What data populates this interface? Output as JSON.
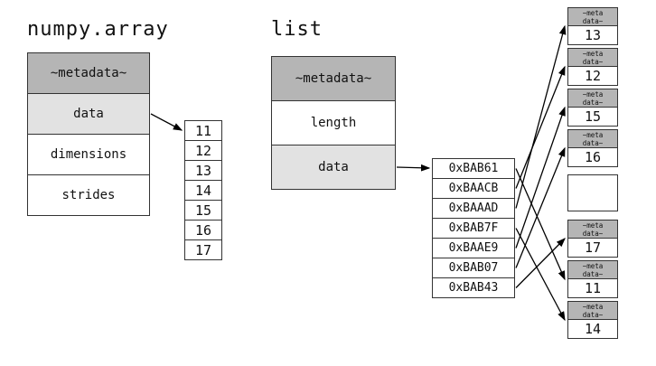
{
  "numpy": {
    "title": "numpy.array",
    "rows": [
      "~metadata~",
      "data",
      "dimensions",
      "strides"
    ],
    "cells": [
      "11",
      "12",
      "13",
      "14",
      "15",
      "16",
      "17"
    ]
  },
  "list": {
    "title": "list",
    "rows": [
      "~metadata~",
      "length",
      "data"
    ],
    "pointers": [
      "0xBAB61",
      "0xBAACB",
      "0xBAAAD",
      "0xBAB7F",
      "0xBAAE9",
      "0xBAB07",
      "0xBAB43"
    ]
  },
  "heap": {
    "meta_label": "~meta\ndata~",
    "slots": [
      {
        "value": "13",
        "meta": true
      },
      {
        "value": "12",
        "meta": true
      },
      {
        "value": "15",
        "meta": true
      },
      {
        "value": "16",
        "meta": true
      },
      {
        "value": "",
        "meta": false
      },
      {
        "value": "17",
        "meta": true
      },
      {
        "value": "11",
        "meta": true
      },
      {
        "value": "14",
        "meta": true
      }
    ]
  },
  "connections": {
    "pointer_targets": [
      6,
      1,
      0,
      7,
      2,
      3,
      5
    ]
  },
  "colors": {
    "border": "#333333",
    "meta_bg": "#b5b5b5",
    "data_bg": "#e2e2e2",
    "arrow": "#000000",
    "page_bg": "#ffffff"
  }
}
